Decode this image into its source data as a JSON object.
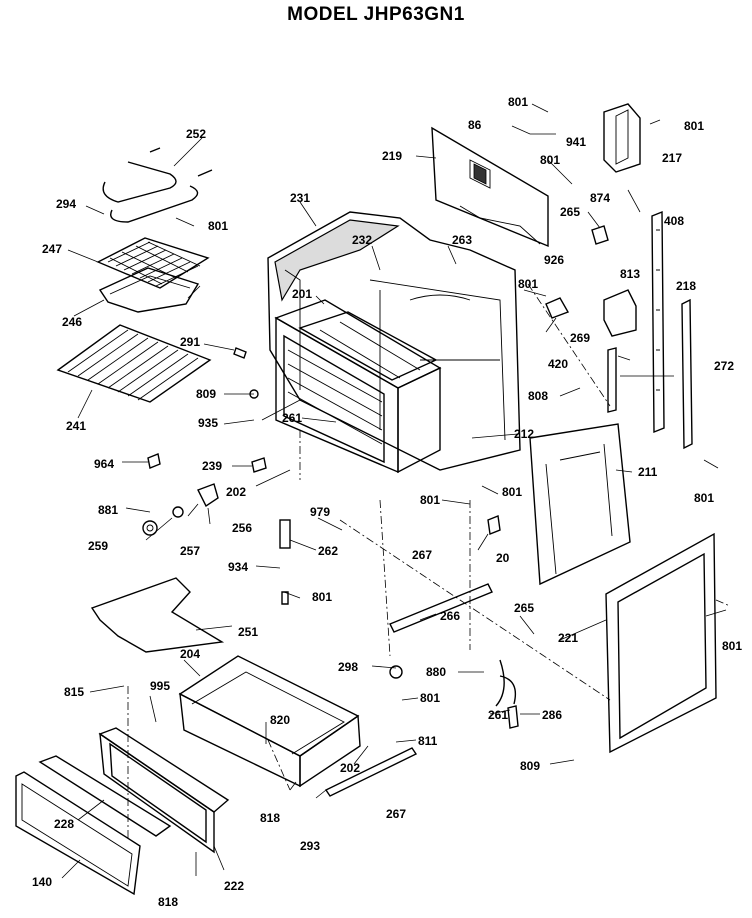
{
  "title": "MODEL JHP63GN1",
  "parts": {
    "p801_a": "801",
    "p86": "86",
    "p941": "941",
    "p801_b": "801",
    "p217": "217",
    "p801_top": "801",
    "p219": "219",
    "p874": "874",
    "p265_a": "265",
    "p252": "252",
    "p294": "294",
    "p231": "231",
    "p801_c": "801",
    "p408": "408",
    "p926": "926",
    "p813": "813",
    "p232": "232",
    "p263": "263",
    "p247": "247",
    "p801_d": "801",
    "p218": "218",
    "p246": "246",
    "p201": "201",
    "p269": "269",
    "p291": "291",
    "p241": "241",
    "p809_a": "809",
    "p420": "420",
    "p272": "272",
    "p808": "808",
    "p935": "935",
    "p261_a": "261",
    "p212": "212",
    "p964": "964",
    "p239": "239",
    "p211": "211",
    "p202_a": "202",
    "p801_e": "801",
    "p801_f": "801",
    "p801_g": "801",
    "p881": "881",
    "p979": "979",
    "p256": "256",
    "p20": "20",
    "p259": "259",
    "p257": "257",
    "p262": "262",
    "p267_a": "267",
    "p934": "934",
    "p801_h": "801",
    "p251": "251",
    "p266": "266",
    "p265_b": "265",
    "p221": "221",
    "p801_i": "801",
    "p204": "204",
    "p298": "298",
    "p880": "880",
    "p815": "815",
    "p995": "995",
    "p820": "820",
    "p801_j": "801",
    "p261_b": "261",
    "p286": "286",
    "p811": "811",
    "p202_b": "202",
    "p809_b": "809",
    "p228": "228",
    "p818_a": "818",
    "p293": "293",
    "p267_b": "267",
    "p140": "140",
    "p222": "222",
    "p818_b": "818"
  }
}
